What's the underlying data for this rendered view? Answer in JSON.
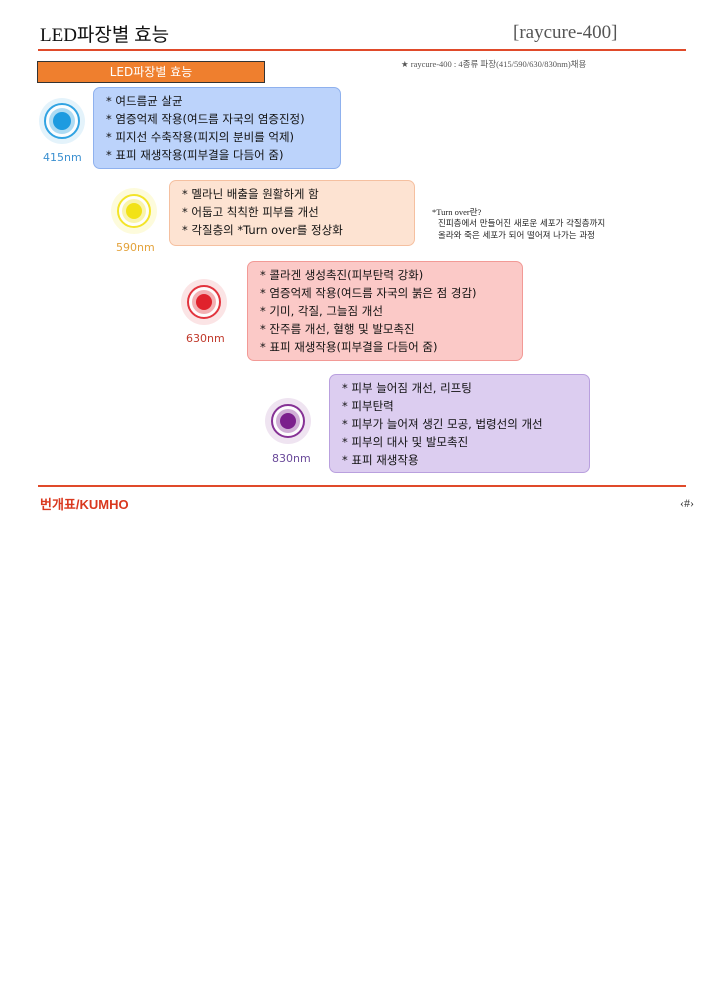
{
  "header": {
    "title": "LED파장별 효능",
    "model": "[raycure-400]"
  },
  "section_tab": "LED파장별 효능",
  "note": "★ raycure-400 : 4종류 파장(415/590/630/830nm)채용",
  "leds": [
    {
      "wavelength": "415nm",
      "color": "#1e9be0",
      "label_color": "#3a8fd0",
      "box_bg": "#bcd3fb",
      "box_border": "#8fb1ee",
      "items": [
        "* 여드름균 살균",
        "* 염증억제 작용(여드름 자국의 염증진정)",
        "* 피지선 수축작용(피지의 분비를 억제)",
        "* 표피 재생작용(피부결을 다듬어 줌)"
      ]
    },
    {
      "wavelength": "590nm",
      "color": "#f2e216",
      "label_color": "#e3a23a",
      "box_bg": "#fde3d2",
      "box_border": "#f5c0a0",
      "items": [
        "* 멜라닌 배출을 원활하게 함",
        "* 어둡고 칙칙한 피부를 개선",
        "* 각질층의 *Turn over를 정상화"
      ]
    },
    {
      "wavelength": "630nm",
      "color": "#e0222c",
      "label_color": "#c0392b",
      "box_bg": "#fbc9c7",
      "box_border": "#f29a96",
      "items": [
        "* 콜라겐 생성촉진(피부탄력 강화)",
        "* 염증억제 작용(여드름 자국의 붉은 점 경감)",
        "* 기미, 각질, 그늘짐 개선",
        "* 잔주름 개선, 혈행 및 발모촉진",
        "* 표피 재생작용(피부결을 다듬어 줌)"
      ]
    },
    {
      "wavelength": "830nm",
      "color": "#7b1f8c",
      "label_color": "#6a4a9a",
      "box_bg": "#dccdf0",
      "box_border": "#b9a0de",
      "items": [
        "* 피부 늘어짐 개선, 리프팅",
        "* 피부탄력",
        "* 피부가 늘어져 생긴 모공, 법령선의 개선",
        "* 피부의 대사 및 발모촉진",
        "* 표피 재생작용"
      ]
    }
  ],
  "turn_over": {
    "title": "*Turn over란?",
    "line1": "진피층에서 만들어진 새로운 세포가 각질층까지",
    "line2": "올라와 죽은 세포가 되어 떨어져 나가는 과정"
  },
  "footer": {
    "brand": "번개표/KUMHO",
    "page": "‹#›"
  }
}
